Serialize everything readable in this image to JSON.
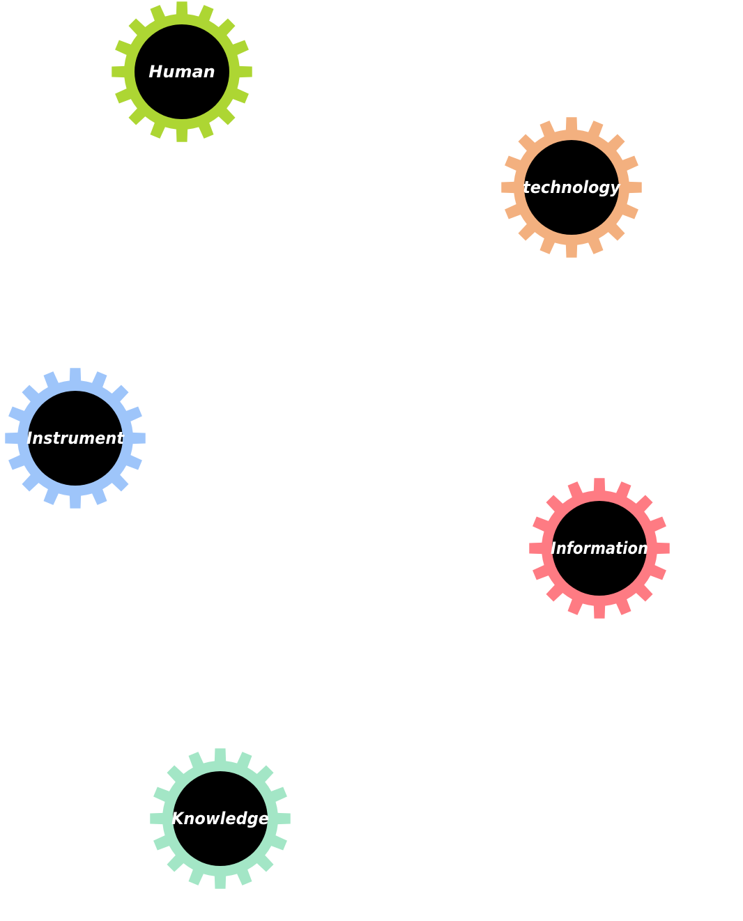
{
  "gears": [
    {
      "id": "human",
      "label": "Human",
      "color": "#add633",
      "icon": "gear-icon"
    },
    {
      "id": "technology",
      "label": "technology",
      "color": "#f3b07f",
      "icon": "gear-icon"
    },
    {
      "id": "instrument",
      "label": "Instrument",
      "color": "#9ec5fa",
      "icon": "gear-icon"
    },
    {
      "id": "information",
      "label": "Information",
      "color": "#fe7b83",
      "icon": "gear-icon"
    },
    {
      "id": "knowledge",
      "label": "Knowledge",
      "color": "#a3e6c6",
      "icon": "gear-icon"
    }
  ],
  "hub_color": "#000000"
}
